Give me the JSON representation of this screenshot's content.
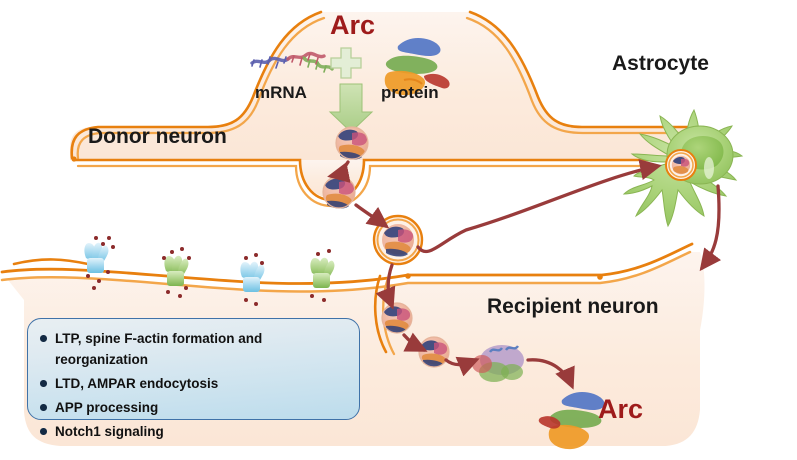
{
  "figure": {
    "title_top": "Arc",
    "title_bottom": "Arc",
    "labels": {
      "donor_neuron": "Donor neuron",
      "recipient_neuron": "Recipient neuron",
      "astrocyte": "Astrocyte",
      "mrna": "mRNA",
      "protein": "protein"
    }
  },
  "effects_box": {
    "items": [
      "LTP, spine F-actin formation and reorganization",
      "LTD, AMPAR endocytosis",
      "APP processing",
      "Notch1 signaling"
    ]
  },
  "icons": {
    "plus": "plus-sign-icon",
    "down_arrow": "green-down-arrow-icon",
    "mrna_strand": "mrna-strand-icon",
    "arc_protein": "arc-protein-icon",
    "arc_capsid": "arc-capsid-icon",
    "extracellular_vesicle": "extracellular-vesicle-icon",
    "astrocyte_cell": "astrocyte-cell-icon",
    "ribosome": "ribosome-complex-icon",
    "receptor_blue": "ampa-receptor-blue-icon",
    "receptor_green": "ampa-receptor-green-icon",
    "neurotransmitter": "neurotransmitter-dot-icon",
    "transfer_arrow": "dark-red-transfer-arrow-icon"
  },
  "colors": {
    "arc_text": "#9e1b1b",
    "membrane_outer": "#e8800f",
    "membrane_inner": "#f3a64a",
    "cytoplasm": "#fdeee2",
    "astrocyte_green": "#9ecb6a",
    "arrow_dark_red": "#993b3b",
    "box_border": "#3f72a8",
    "box_fill_top": "#e8eff2",
    "box_fill_bottom": "#bcdcec",
    "bullet": "#132a44",
    "plus_green": "#c9dfae",
    "neurotransmitter_dot": "#8c2b2b"
  },
  "structures": {
    "donor_neuron_capsid_count": 2,
    "recipient_neuron_capsid_count": 2,
    "vesicle_count": 1,
    "astrocyte_vesicle_count": 1,
    "membrane_receptors": [
      "blue",
      "green",
      "blue",
      "green"
    ],
    "bullet_count": 4
  }
}
